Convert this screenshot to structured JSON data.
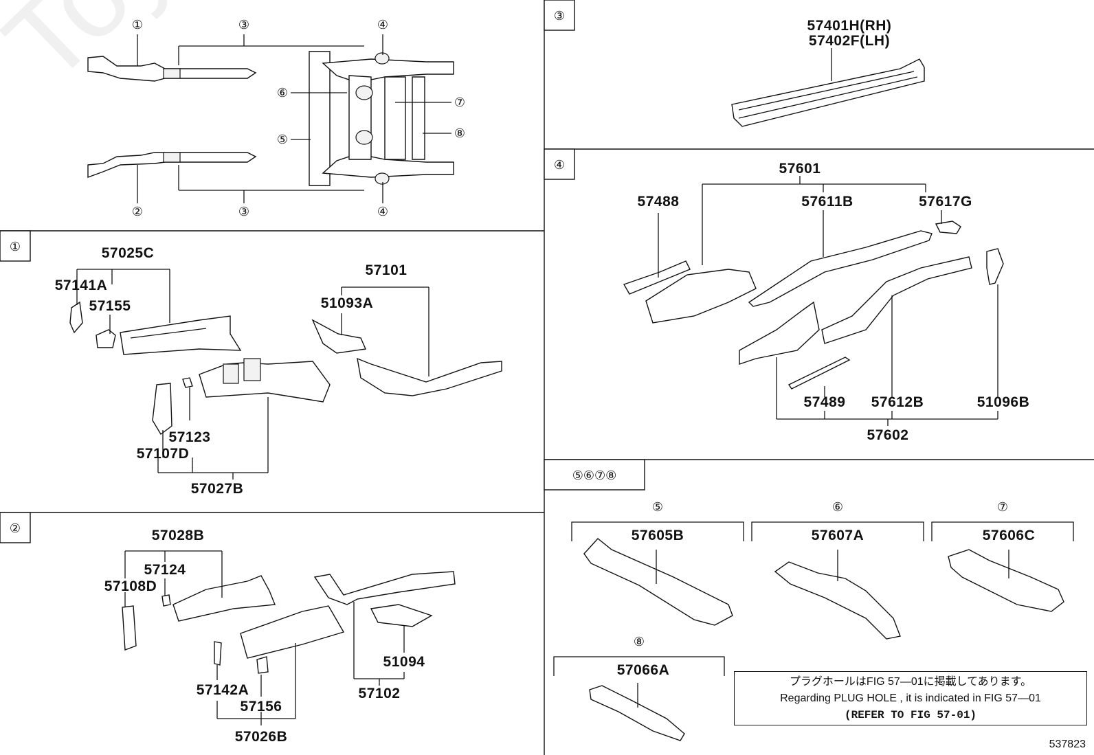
{
  "watermark": "ToyotaCarMine.ru",
  "reference_number": "537823",
  "note": {
    "jp": "プラグホールはFIG 57—01に掲載してあります。",
    "en": "Regarding  PLUG  HOLE , it is indicated in FIG 57—01",
    "ref": "(REFER TO FIG 57-01)"
  },
  "sections": {
    "s1": {
      "tag": "①"
    },
    "s2": {
      "tag": "②"
    },
    "s3": {
      "tag": "③"
    },
    "s4": {
      "tag": "④"
    },
    "s5678": {
      "tag": "⑤⑥⑦⑧"
    }
  },
  "overview_callouts": {
    "c1": "①",
    "c2": "②",
    "c3a": "③",
    "c3b": "③",
    "c4a": "④",
    "c4b": "④",
    "c5": "⑤",
    "c6": "⑥",
    "c7": "⑦",
    "c8": "⑧"
  },
  "sub_callouts": {
    "c5": "⑤",
    "c6": "⑥",
    "c7": "⑦",
    "c8": "⑧"
  },
  "parts": {
    "p57025C": "57025C",
    "p57141A": "57141A",
    "p57155": "57155",
    "p57101": "57101",
    "p51093A": "51093A",
    "p57123": "57123",
    "p57107D": "57107D",
    "p57027B": "57027B",
    "p57028B": "57028B",
    "p57124": "57124",
    "p57108D": "57108D",
    "p57142A": "57142A",
    "p57156": "57156",
    "p57026B": "57026B",
    "p51094": "51094",
    "p57102": "57102",
    "p57401H": "57401H(RH)",
    "p57402F": "57402F(LH)",
    "p57601": "57601",
    "p57488": "57488",
    "p57611B": "57611B",
    "p57617G": "57617G",
    "p57489": "57489",
    "p57612B": "57612B",
    "p51096B": "51096B",
    "p57602": "57602",
    "p57605B": "57605B",
    "p57607A": "57607A",
    "p57606C": "57606C",
    "p57066A": "57066A"
  }
}
